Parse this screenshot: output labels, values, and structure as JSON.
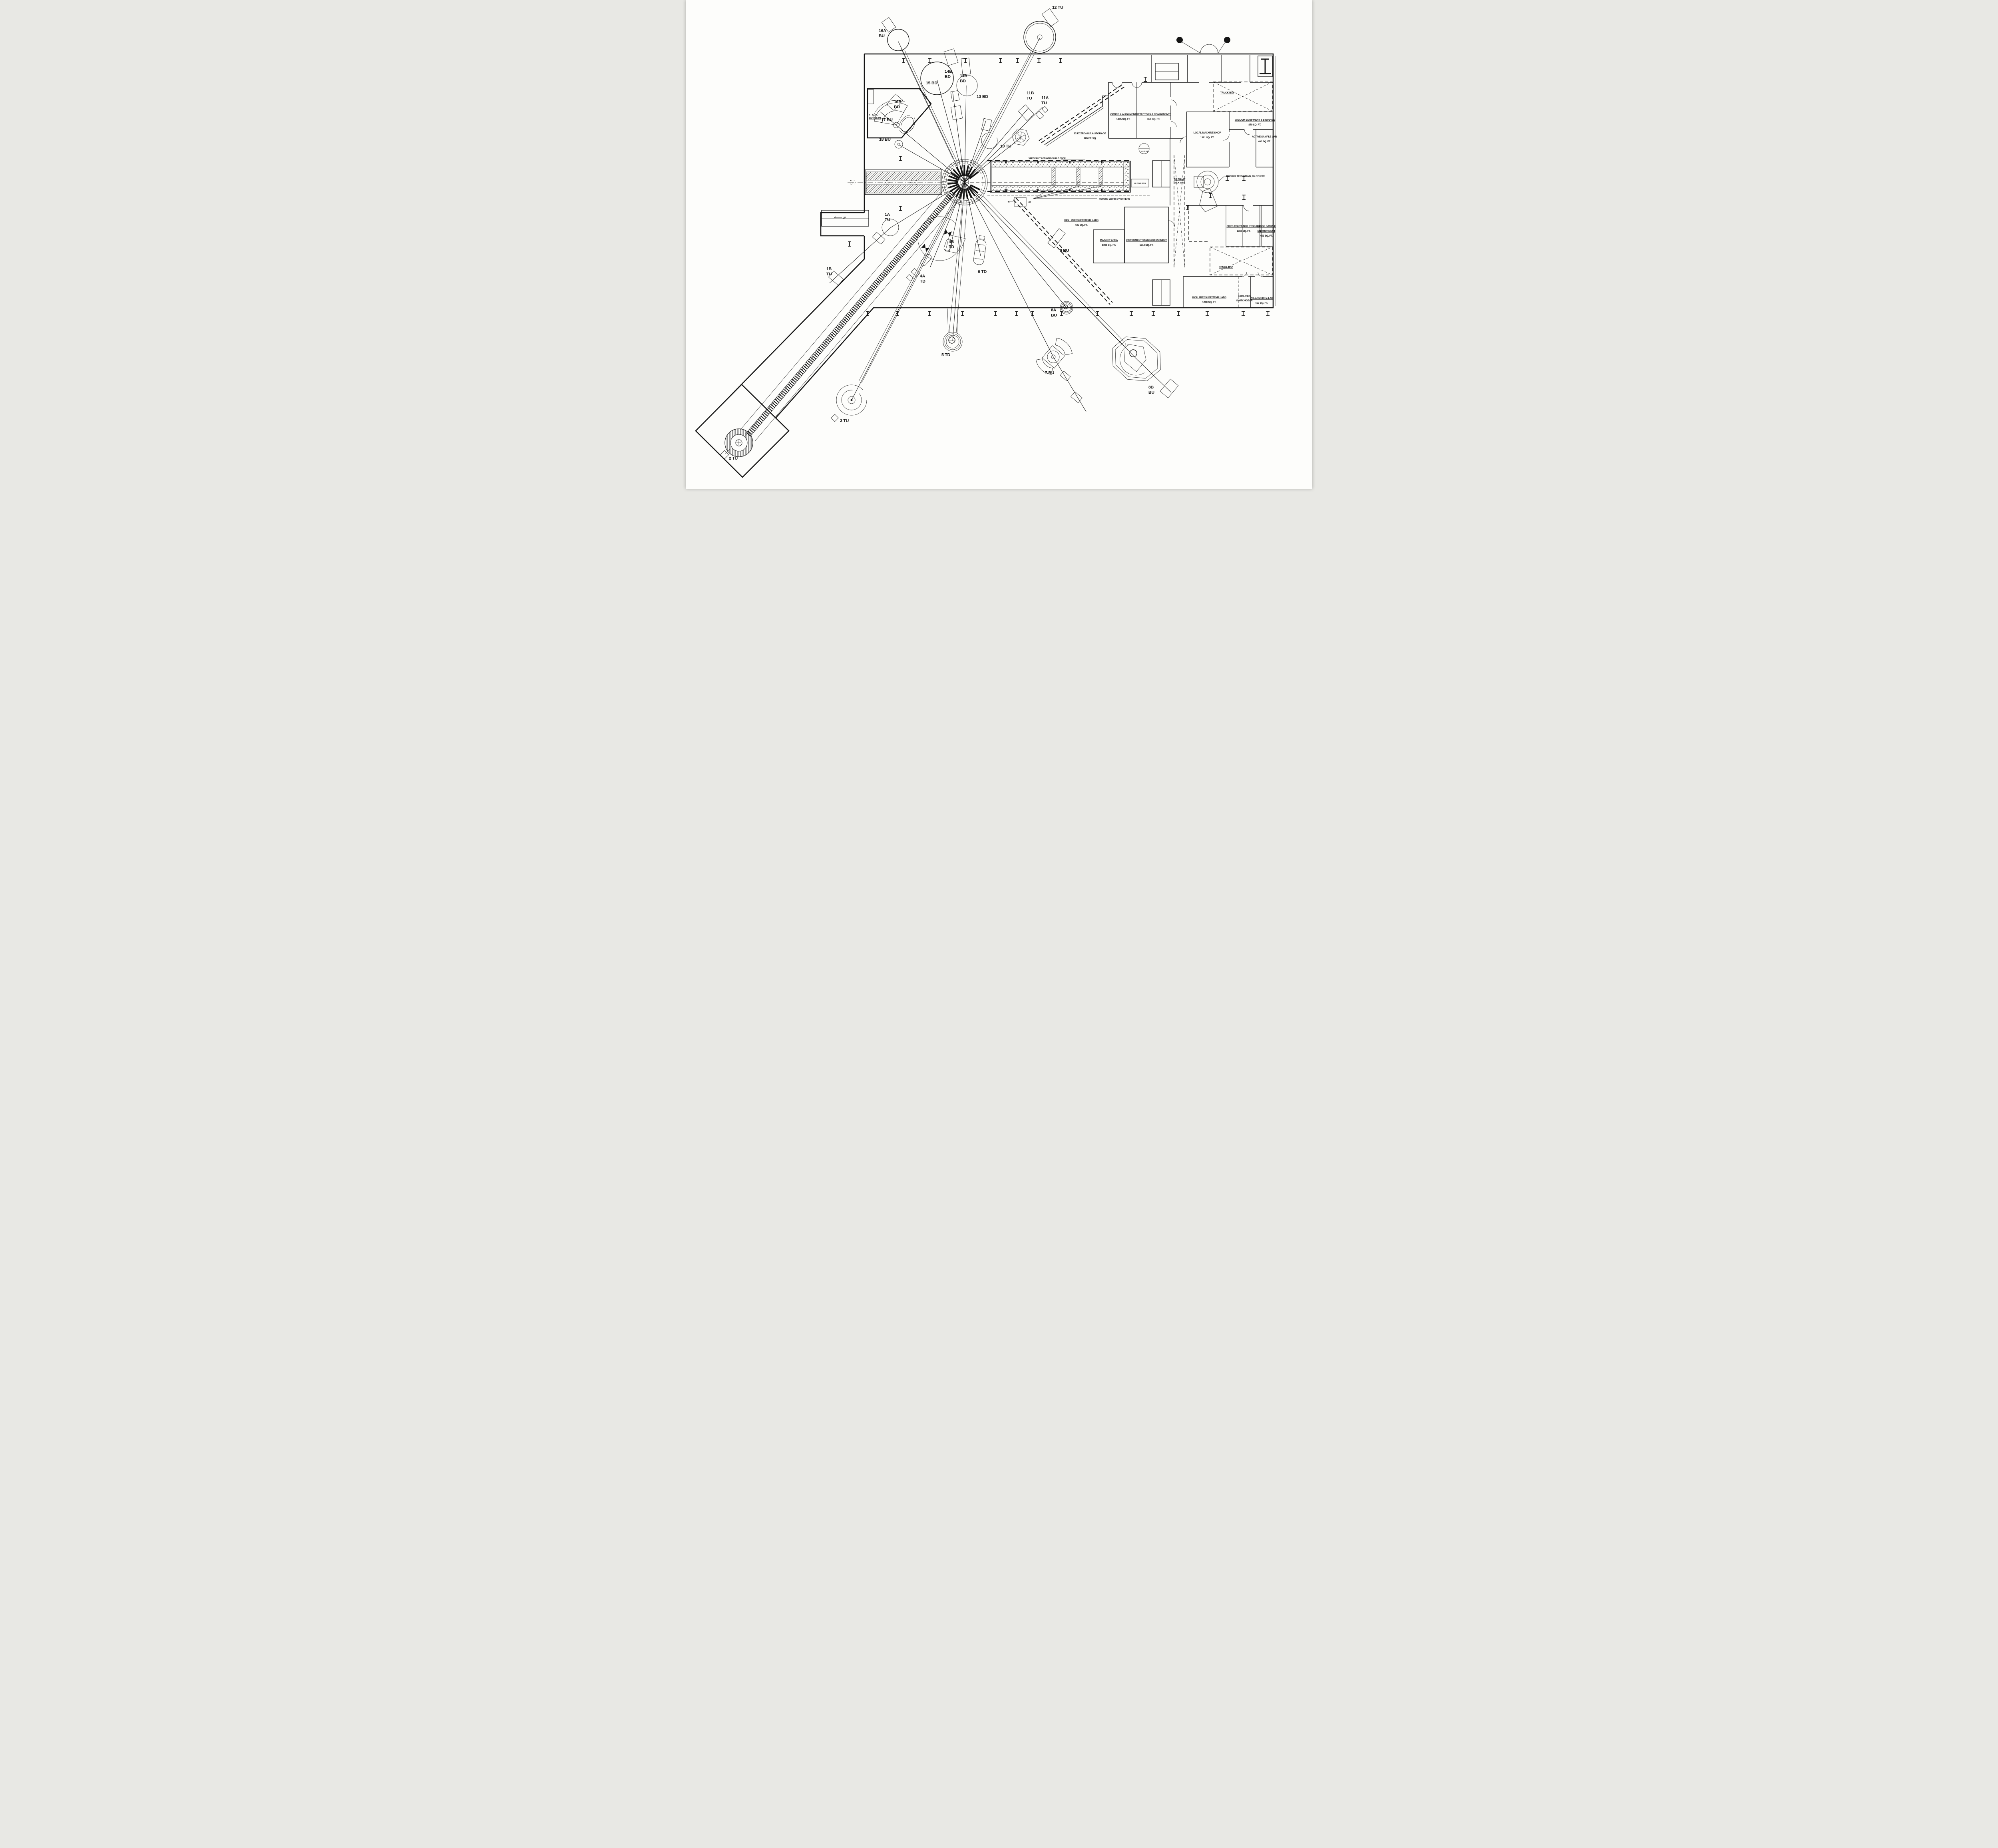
{
  "page": {
    "background": "#fdfdfb",
    "ink": "#151515"
  },
  "stations": [
    {
      "id": "1A TU",
      "l1": "1A",
      "l2": "TU"
    },
    {
      "id": "1B TU",
      "l1": "1B",
      "l2": "TU"
    },
    {
      "id": "2 TU",
      "l1": "2 TU"
    },
    {
      "id": "3 TU",
      "l1": "3 TU"
    },
    {
      "id": "4A TD",
      "l1": "4A",
      "l2": "TD"
    },
    {
      "id": "4B TD",
      "l1": "4B",
      "l2": "TD"
    },
    {
      "id": "5 TD",
      "l1": "5 TD"
    },
    {
      "id": "6 TD",
      "l1": "6 TD"
    },
    {
      "id": "7 BU",
      "l1": "7 BU"
    },
    {
      "id": "8A BU",
      "l1": "8A",
      "l2": "BU"
    },
    {
      "id": "8B BU",
      "l1": "8B",
      "l2": "BU"
    },
    {
      "id": "9 BU",
      "l1": "9 BU"
    },
    {
      "id": "10 TU",
      "l1": "10 TU"
    },
    {
      "id": "11A TU",
      "l1": "11A",
      "l2": "TU"
    },
    {
      "id": "11B TU",
      "l1": "11B",
      "l2": "TU"
    },
    {
      "id": "12 TU",
      "l1": "12 TU"
    },
    {
      "id": "13 BD",
      "l1": "13 BD"
    },
    {
      "id": "14A BD",
      "l1": "14A",
      "l2": "BD"
    },
    {
      "id": "14B BD",
      "l1": "14B",
      "l2": "BD"
    },
    {
      "id": "15 BD",
      "l1": "15 BD"
    },
    {
      "id": "16A BU",
      "l1": "16A",
      "l2": "BU"
    },
    {
      "id": "16B BU",
      "l1": "16B",
      "l2": "BU"
    },
    {
      "id": "17 BU",
      "l1": "17 BU"
    },
    {
      "id": "18 BU",
      "l1": "18 BU"
    }
  ],
  "rooms": [
    {
      "name": "OPTICS & ALIGNMENT",
      "area": "1335 SQ. FT."
    },
    {
      "name": "DETECTORS & COMPONENTS",
      "area": "850 SQ. FT."
    },
    {
      "name": "ELECTRONICS & STORAGE",
      "area": "985 FT. SQ."
    },
    {
      "name": "LOCAL MACHINE SHOP",
      "area": "1361 SQ. FT."
    },
    {
      "name": "VACUUM EQUIPMENT & STORAGE",
      "area": "870 SQ. FT."
    },
    {
      "name": "ACTIVE SAMPLE LAB",
      "area": "460 SQ. FT."
    },
    {
      "name": "HIGH PRESSURE/TEMP LABS",
      "area": "435 SQ. FT."
    },
    {
      "name": "MAGNET AREA",
      "area": "1306 SQ. FT."
    },
    {
      "name": "INSTRUMENT STAGING/ASSEMBLY",
      "area": "1314 SQ. FT."
    },
    {
      "name": "CRYO CONTAINER STORAGE",
      "area": "1382 SQ. FT."
    },
    {
      "name": "LARGE SAMPLE",
      "name2": "ENVIRONMENT",
      "area": "452 SQ. FT."
    },
    {
      "name": "HIGH PRESSURE/TEMP LABS",
      "area": "1200 SQ. FT."
    },
    {
      "name": "FACILITIES",
      "name2": "SWITCHGEAR",
      "area": ""
    },
    {
      "name": "POLARIZED He LAB",
      "area": "450 SQ. FT."
    }
  ],
  "annotations": {
    "truck_bay_top": "TRUCK BAY",
    "truck_bay_bottom": "TRUCK BAY",
    "mockup": "MOCKUP TEST STAND, BY OTHERS",
    "future_work": "FUTURE WORK BY OTHERS",
    "shield_door": "VERTICALLY ACTUATED SHIELD DOOR",
    "glove_box": "GLOVE BOX",
    "air_pallet_1": "AIR PALLET",
    "air_pallet_2": "JACK ZONE",
    "service_pit_1": "6 FT. DEEP",
    "service_pit_2": "SERVICE PIT",
    "up_left": "UP",
    "up_center": "UP",
    "balloon_tag": "J4.L1.01"
  }
}
